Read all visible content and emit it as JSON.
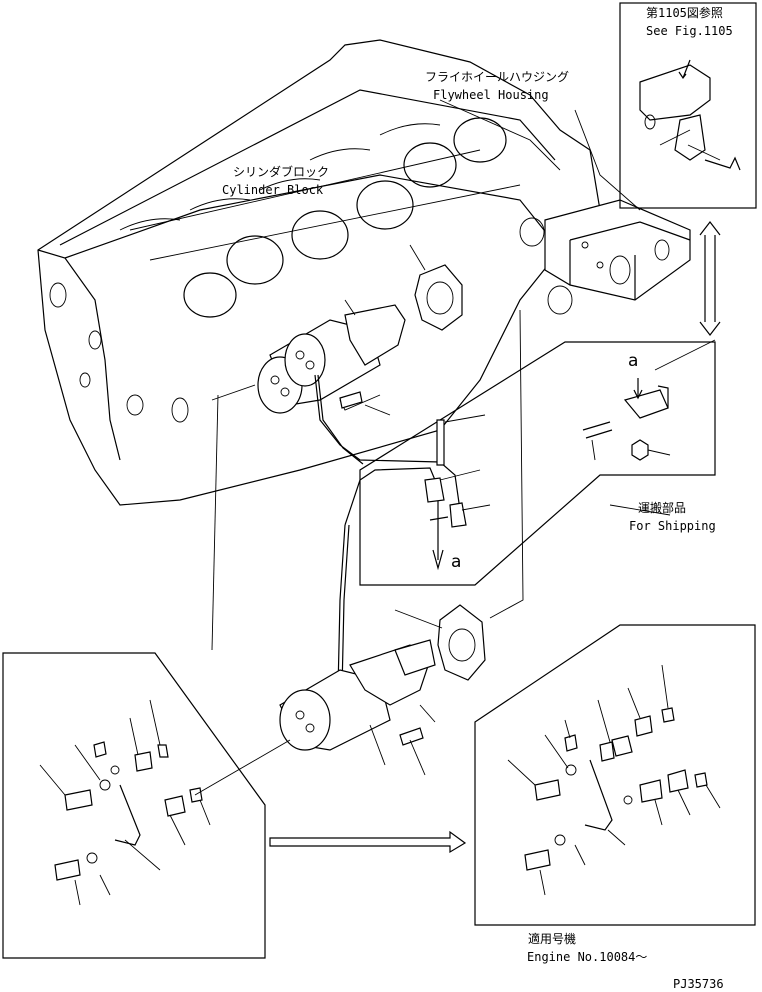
{
  "labels": {
    "fig_ref_jp": "第1105図参照",
    "fig_ref_en": "See Fig.1105",
    "flywheel_jp": "フライホイールハウジング",
    "flywheel_en": "Flywheel Housing",
    "cylinder_jp": "シリンダブロック",
    "cylinder_en": "Cylinder Block",
    "shipping_jp": "運搬部品",
    "shipping_en": "For Shipping",
    "marker_a_top": "a",
    "marker_a_mid": "a",
    "applicable_jp": "適用号機",
    "applicable_en": "Engine No.10084～",
    "drawing_code": "PJ35736"
  }
}
